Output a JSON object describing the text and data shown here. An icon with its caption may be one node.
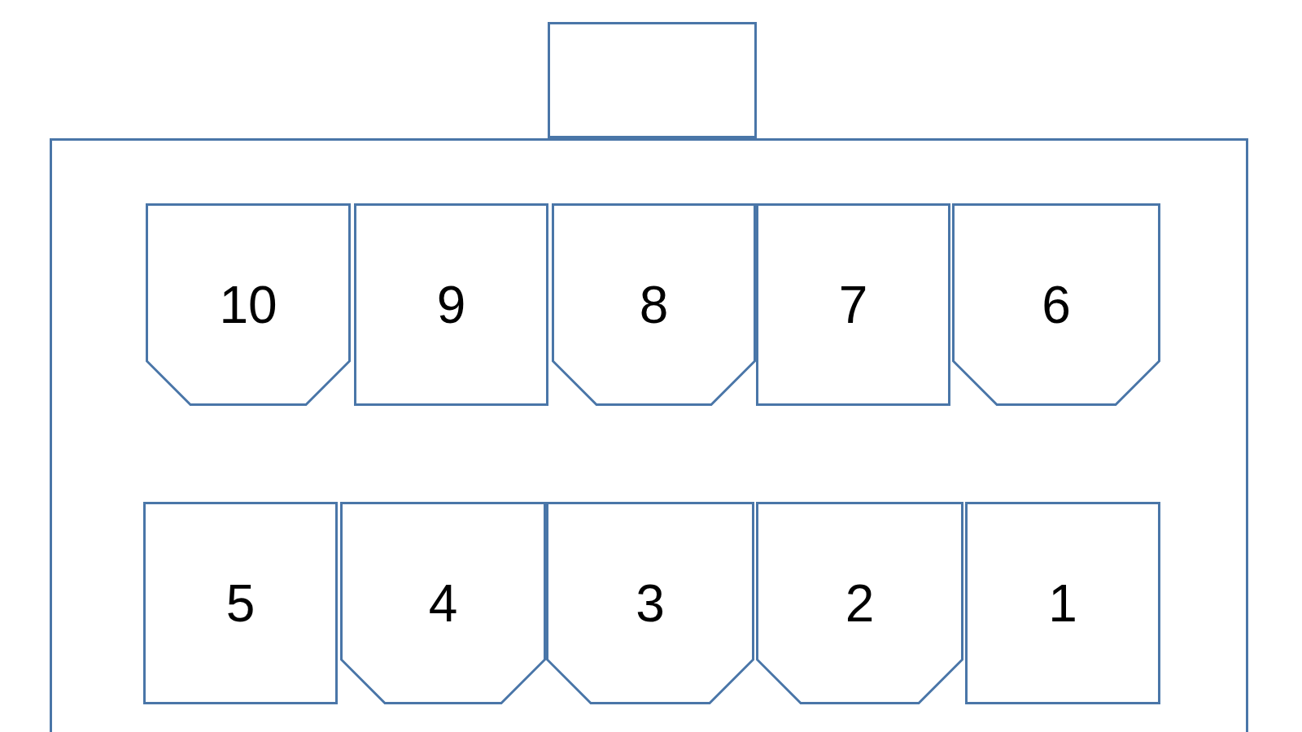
{
  "diagram": {
    "nodes": [
      {
        "text": [],
        "shape": "box"
      },
      {
        "text": [],
        "shape": "box"
      },
      {
        "text": [
          "10"
        ],
        "in": 1
      },
      {
        "text": [
          "9"
        ],
        "in": 1
      },
      {
        "text": [
          "8"
        ],
        "in": 1
      },
      {
        "text": [
          "7"
        ],
        "in": 1
      },
      {
        "text": [
          "6"
        ],
        "in": 1
      },
      {
        "text": [
          "5"
        ],
        "in": 1
      },
      {
        "text": [
          "4"
        ],
        "in": 1
      },
      {
        "text": [
          "3"
        ],
        "in": 1
      },
      {
        "text": [
          "2"
        ],
        "in": 1
      },
      {
        "text": [
          "1"
        ],
        "in": 1
      }
    ]
  }
}
